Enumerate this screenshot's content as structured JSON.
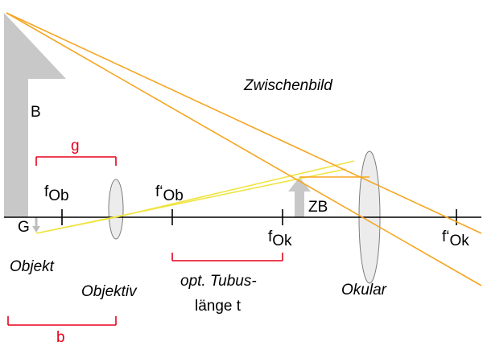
{
  "labels": {
    "zwischenbild": "Zwischenbild",
    "b_big": "B",
    "g_red": "g",
    "f_ob": "f",
    "f_ob_sub": "Ob",
    "f_ob_prime": "f‘",
    "f_ob_prime_sub": "Ob",
    "zb": "ZB",
    "g_small": "G",
    "f_ok": "f",
    "f_ok_sub": "Ok",
    "f_ok_prime": "f‘",
    "f_ok_prime_sub": "Ok",
    "objekt": "Objekt",
    "objektiv": "Objektiv",
    "tubus_line1": "opt. Tubus-",
    "tubus_line2_prefix": "länge ",
    "tubus_line2_t": "t",
    "okular": "Okular",
    "b_red": "b"
  },
  "colors": {
    "gray_arrow": "#c8c8c8",
    "red": "#e8001c",
    "orange_ray": "#f5a623",
    "yellow_ray": "#f0e442",
    "lens_fill": "#ececec",
    "axis": "#000000"
  }
}
